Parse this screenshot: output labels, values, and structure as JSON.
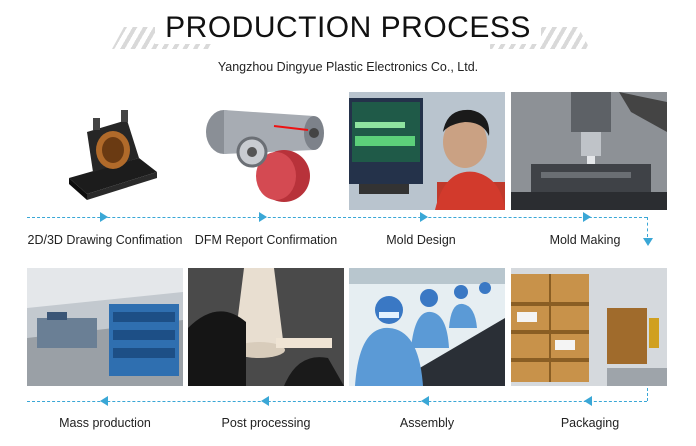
{
  "header": {
    "title": "PRODUCTION PROCESS",
    "subtitle": "Yangzhou Dingyue Plastic Electronics Co., Ltd."
  },
  "steps": [
    {
      "label": "2D/3D Drawing Confimation"
    },
    {
      "label": "DFM Report Confirmation"
    },
    {
      "label": "Mold Design"
    },
    {
      "label": "Mold Making"
    },
    {
      "label": "Mass production"
    },
    {
      "label": "Post processing"
    },
    {
      "label": "Assembly"
    },
    {
      "label": "Packaging"
    }
  ],
  "colors": {
    "flow": "#3aa7d6",
    "title": "#111111"
  }
}
